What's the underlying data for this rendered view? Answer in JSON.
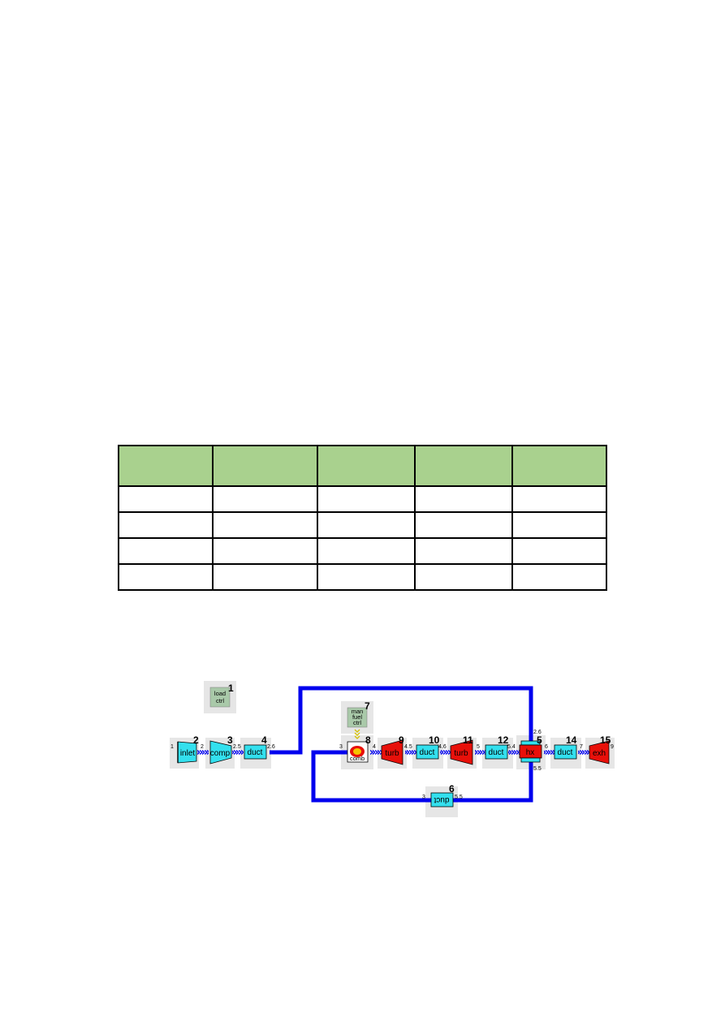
{
  "table": {
    "rows": [
      [
        "",
        "",
        "",
        "",
        ""
      ],
      [
        "",
        "",
        "",
        "",
        ""
      ],
      [
        "",
        "",
        "",
        "",
        ""
      ],
      [
        "",
        "",
        "",
        "",
        ""
      ],
      [
        "",
        "",
        "",
        "",
        ""
      ]
    ]
  },
  "diagram": {
    "colors": {
      "flow_line": "#0000ee",
      "cyan_component": "#33e0ee",
      "red_component": "#e8100a",
      "control_box": "#a9c9a9",
      "tile_background": "#e6e6e6",
      "header_fill": "#a9d18e"
    },
    "components": [
      {
        "number": "1",
        "name": "load ctrl",
        "lines": [
          "load",
          "ctrl"
        ],
        "icon": "controller-icon"
      },
      {
        "number": "2",
        "name": "inlet",
        "label": "inlet",
        "icon": "inlet-icon"
      },
      {
        "number": "3",
        "name": "comp",
        "label": "comp",
        "icon": "compressor-icon"
      },
      {
        "number": "4",
        "name": "duct",
        "label": "duct",
        "icon": "duct-icon"
      },
      {
        "number": "5",
        "name": "hx",
        "label": "hx",
        "icon": "heat-exchanger-icon"
      },
      {
        "number": "6",
        "name": "duct",
        "label": "duct",
        "icon": "duct-icon"
      },
      {
        "number": "7",
        "name": "man fuel ctrl",
        "lines": [
          "man",
          "fuel",
          "ctrl"
        ],
        "icon": "controller-icon"
      },
      {
        "number": "8",
        "name": "comb",
        "label": "comb",
        "icon": "combustor-icon"
      },
      {
        "number": "9",
        "name": "turb",
        "label": "turb",
        "icon": "turbine-icon"
      },
      {
        "number": "10",
        "name": "duct",
        "label": "duct",
        "icon": "duct-icon"
      },
      {
        "number": "11",
        "name": "turb",
        "label": "turb",
        "icon": "turbine-icon"
      },
      {
        "number": "12",
        "name": "duct",
        "label": "duct",
        "icon": "duct-icon"
      },
      {
        "number": "14",
        "name": "duct",
        "label": "duct",
        "icon": "duct-icon"
      },
      {
        "number": "15",
        "name": "exh",
        "label": "exh",
        "icon": "exhaust-icon"
      }
    ],
    "stations": [
      "1",
      "2",
      "2.5",
      "2.6",
      "3",
      "4",
      "4.5",
      "4.6",
      "5",
      "5.4",
      "2.6",
      "6",
      "7",
      "9",
      "5.5",
      "3",
      "5.5"
    ]
  }
}
